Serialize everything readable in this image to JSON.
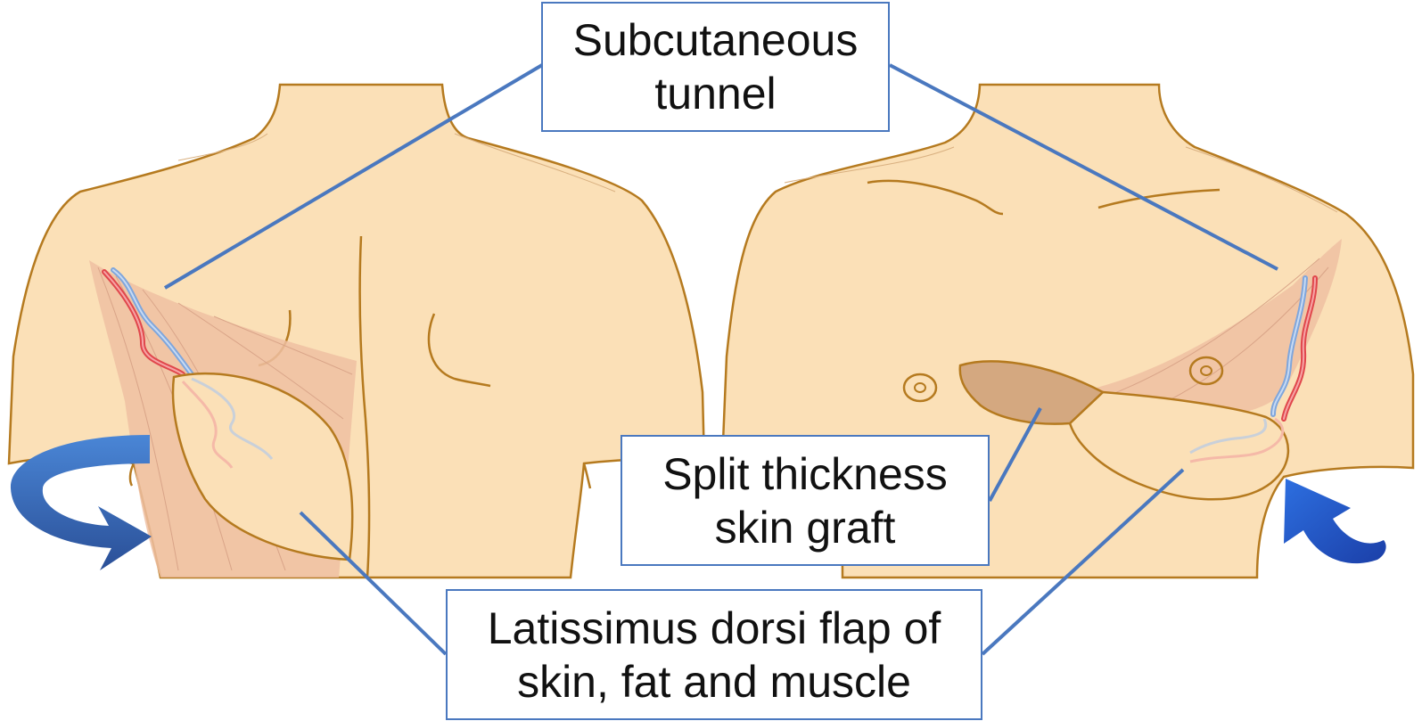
{
  "labels": {
    "subcutaneous_tunnel": {
      "line1": "Subcutaneous",
      "line2": "tunnel"
    },
    "split_thickness_skin_graft": {
      "line1": "Split thickness",
      "line2": "skin graft"
    },
    "latissimus_dorsi_flap": {
      "line1": "Latissimus dorsi flap of",
      "line2": "skin, fat and muscle"
    }
  },
  "colors": {
    "skin": "#fbe0b7",
    "outline": "#b57a1f",
    "muscle": "#efc0a2",
    "artery": "#e0474c",
    "vein": "#7fa6dc",
    "graft": "#d4a880",
    "leader_line": "#4a78bf",
    "arrow": "#2f64c4"
  },
  "icons": {
    "rotation_arrow_left": "curved-arrow",
    "rotation_arrow_right": "curved-arrow"
  }
}
